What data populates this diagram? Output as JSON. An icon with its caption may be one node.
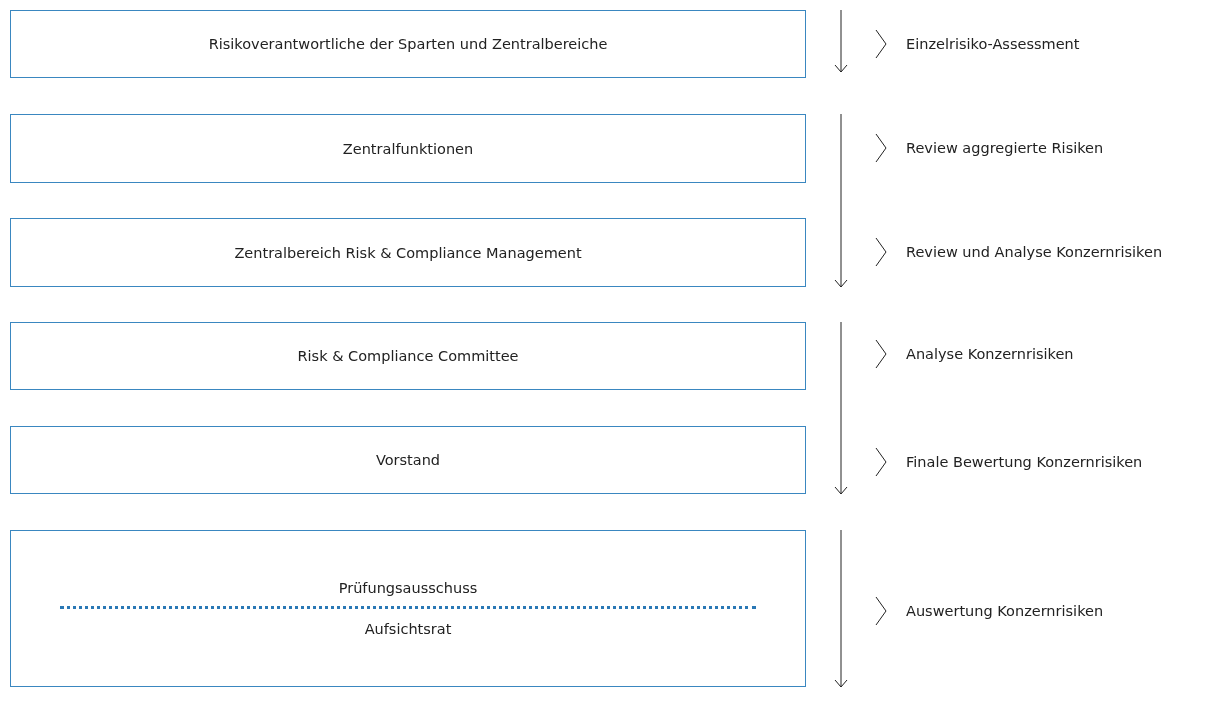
{
  "diagram": {
    "nodes": [
      {
        "text": [
          "Risikoverantwortliche der Sparten und Zentralbereiche"
        ]
      },
      {
        "text": [
          "Zentralfunktionen"
        ]
      },
      {
        "text": [
          "Zentralbereich Risk & Compliance Management"
        ]
      },
      {
        "text": [
          "Risk & Compliance Committee"
        ]
      },
      {
        "text": [
          "Vorstand"
        ]
      },
      {
        "text": [
          "Prüfungsausschuss",
          "Aufsichtsrat"
        ]
      }
    ],
    "labels": [
      "Einzelrisiko-Assessment",
      "Review aggregierte Risiken",
      "Review und Analyse Konzernrisiken",
      "Analyse Konzernrisiken",
      "Finale Bewertung Konzernrisiken",
      "Auswertung Konzernrisiken"
    ]
  }
}
